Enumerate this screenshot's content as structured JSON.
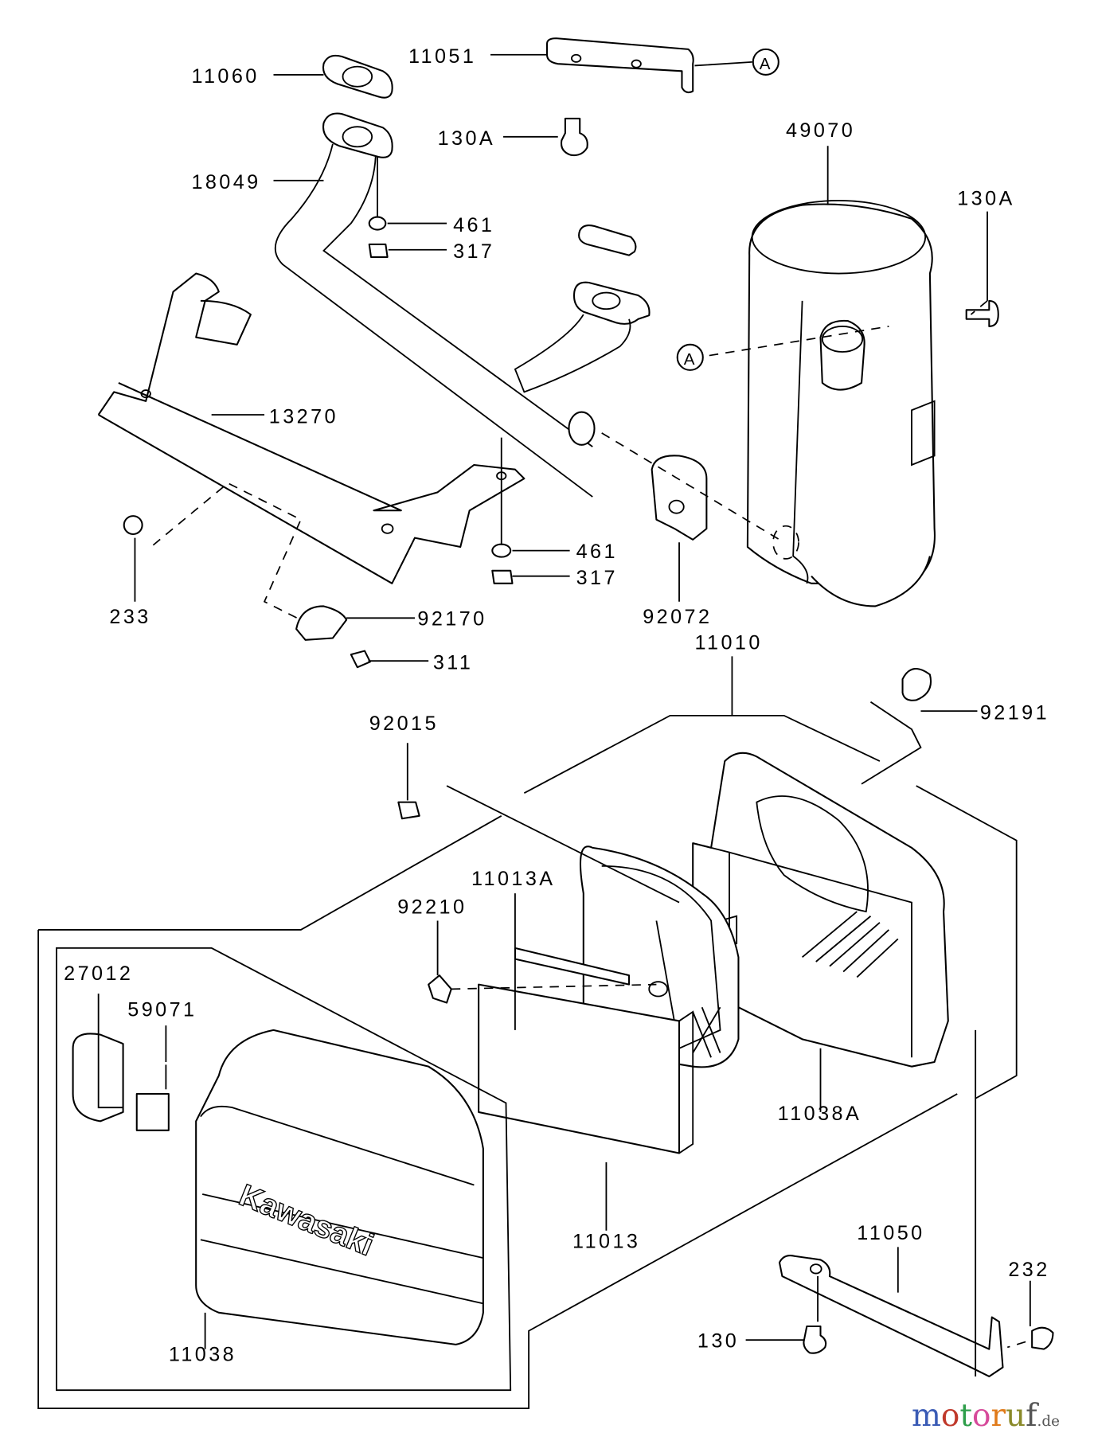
{
  "diagram": {
    "callouts": {
      "p11060": "11060",
      "p11051": "11051",
      "refA1": "A",
      "p130A_1": "130A",
      "p49070": "49070",
      "p18049": "18049",
      "p461_1": "461",
      "p317_1": "317",
      "p130A_2": "130A",
      "refA2": "A",
      "p13270": "13270",
      "p461_2": "461",
      "p317_2": "317",
      "p233": "233",
      "p92170": "92170",
      "p92072": "92072",
      "p311": "311",
      "p11010": "11010",
      "p92191": "92191",
      "p92015": "92015",
      "p11013A": "11013A",
      "p92210": "92210",
      "p27012": "27012",
      "p59071": "59071",
      "p11038A": "11038A",
      "p11013": "11013",
      "p11050": "11050",
      "p232": "232",
      "p130": "130",
      "p11038": "11038"
    },
    "cover_brand": "Kawasaki",
    "watermark": {
      "main": "motoruf",
      "suffix": ".de",
      "colors": [
        "#3a5bb5",
        "#c0392b",
        "#2e9e4a",
        "#d64a9a",
        "#e07b1a",
        "#8a8a2a",
        "#555555"
      ]
    }
  }
}
